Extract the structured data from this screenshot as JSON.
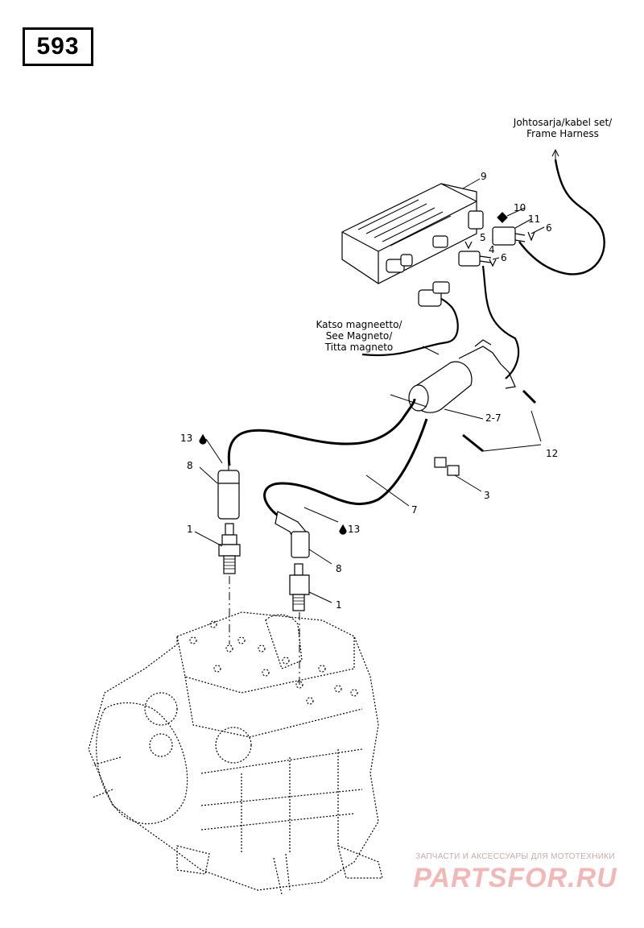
{
  "page_number": "593",
  "notes": {
    "harness": [
      "Johtosarja/kabel set/",
      "Frame Harness"
    ],
    "magneto": [
      "Katso magneetto/",
      "See Magneto/",
      "Titta magneto"
    ]
  },
  "callouts": {
    "c9": "9",
    "c10": "10",
    "c11": "11",
    "c6a": "6",
    "c5": "5",
    "c4": "4",
    "c6b": "6",
    "c2_7": "2-7",
    "c12": "12",
    "c3": "3",
    "c7": "7",
    "c13a": "13",
    "c8a": "8",
    "c1a": "1",
    "c13b": "13",
    "c8b": "8",
    "c1b": "1"
  },
  "watermark": {
    "tagline": "ЗАПЧАСТИ И АКСЕССУАРЫ ДЛЯ МОТОТЕХНИКИ",
    "logo": "PARTSFOR.RU"
  },
  "colors": {
    "line": "#000000",
    "watermark_text": "#c9a9a9",
    "watermark_logo": "#f2b8b8"
  }
}
